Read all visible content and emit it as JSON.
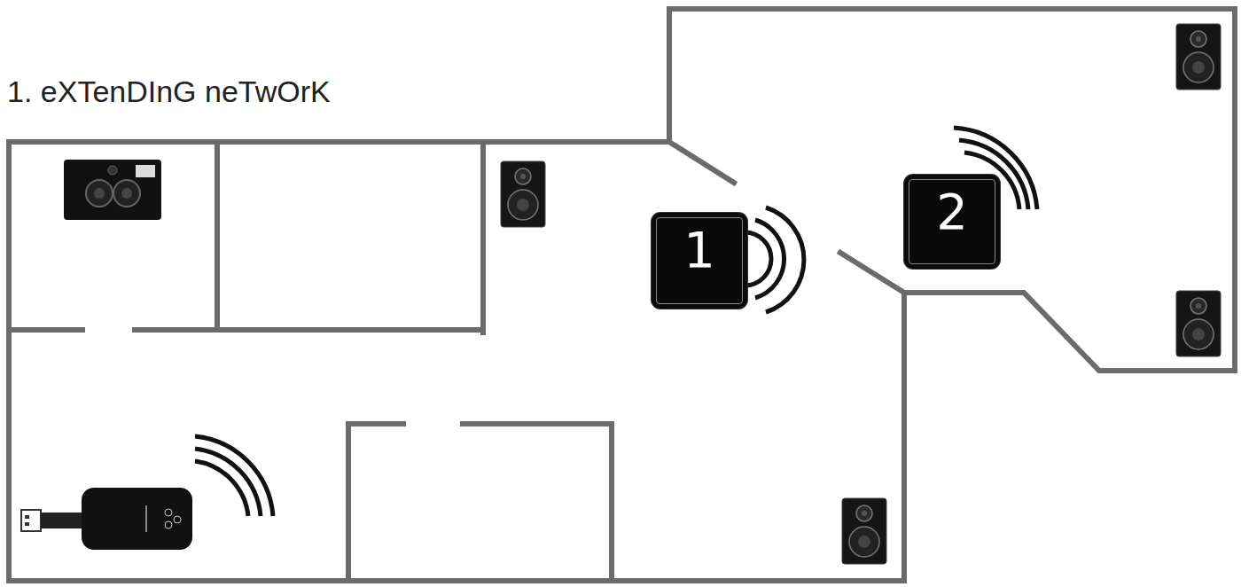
{
  "diagram": {
    "title": "1. eXTenDInG neTwOrK",
    "nodes": [
      {
        "text": [
          "1"
        ]
      },
      {
        "text": [
          "2"
        ]
      }
    ]
  }
}
